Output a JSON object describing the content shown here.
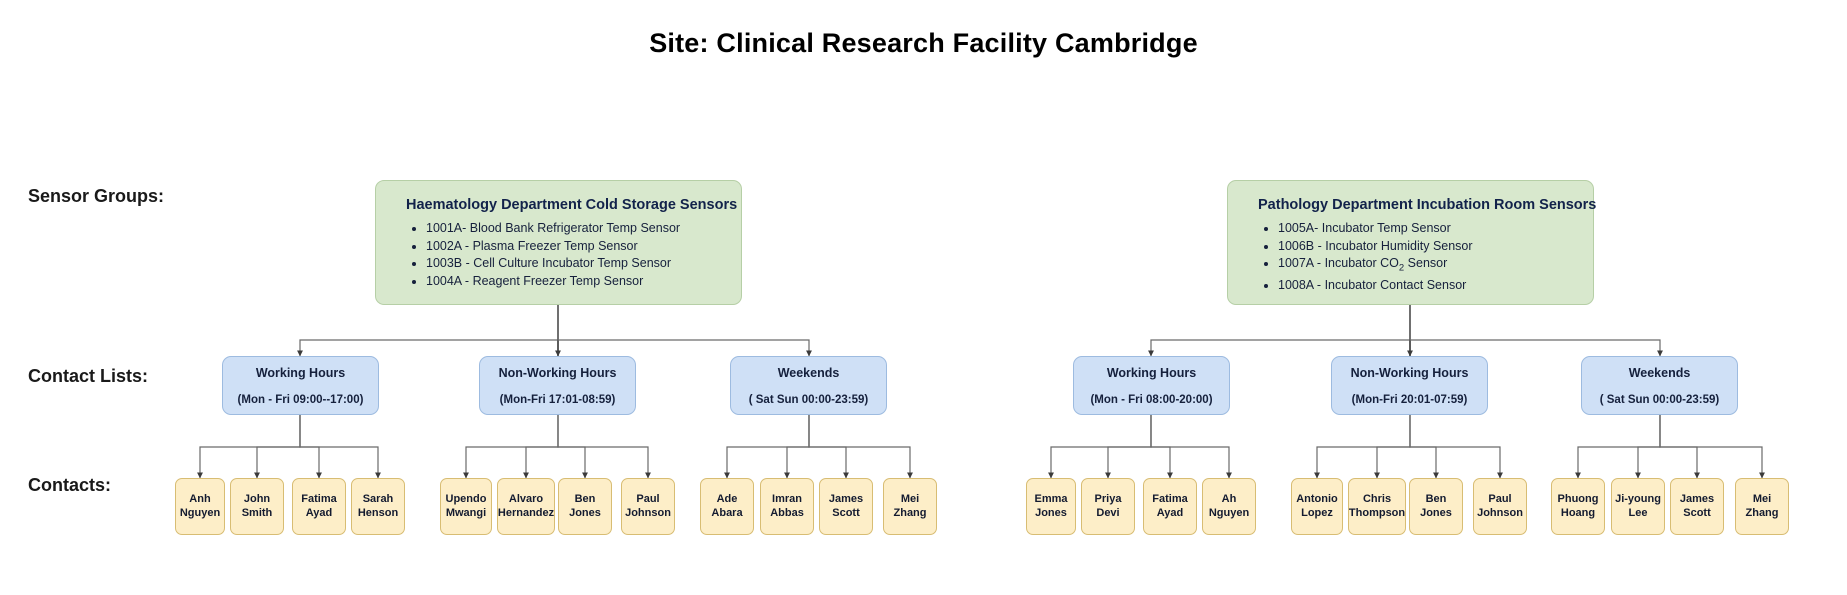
{
  "title": "Site: Clinical Research Facility Cambridge",
  "row_labels": {
    "sensor_groups": "Sensor Groups:",
    "contact_lists": "Contact Lists:",
    "contacts": "Contacts:"
  },
  "colors": {
    "sensor_group_fill": "#d8e8cd",
    "sensor_group_border": "#b6cfa6",
    "contact_list_fill": "#cfe0f6",
    "contact_list_border": "#9dbbe0",
    "contact_fill": "#fdeec8",
    "contact_border": "#d8bd73",
    "connector": "#5a5a5a",
    "title_text": "#000000",
    "heading_text": "#12224a"
  },
  "sensor_groups": [
    {
      "name": "Haematology Department Cold Storage Sensors",
      "sensors": [
        "1001A- Blood Bank Refrigerator Temp Sensor",
        "1002A - Plasma Freezer Temp Sensor",
        "1003B - Cell Culture Incubator Temp Sensor",
        "1004A - Reagent Freezer Temp Sensor"
      ]
    },
    {
      "name": "Pathology Department Incubation Room Sensors",
      "sensors": [
        "1005A- Incubator Temp Sensor",
        "1006B - Incubator Humidity Sensor",
        "1007A - Incubator CO₂ Sensor",
        "1008A - Incubator Contact Sensor"
      ]
    }
  ],
  "contact_lists": [
    {
      "name": "Working Hours",
      "hours": "(Mon - Fri  09:00--17:00)"
    },
    {
      "name": "Non-Working Hours",
      "hours": "(Mon-Fri 17:01-08:59)"
    },
    {
      "name": "Weekends",
      "hours": "( Sat Sun 00:00-23:59)"
    },
    {
      "name": "Working Hours",
      "hours": "(Mon - Fri  08:00-20:00)"
    },
    {
      "name": "Non-Working Hours",
      "hours": "(Mon-Fri 20:01-07:59)"
    },
    {
      "name": "Weekends",
      "hours": "( Sat Sun 00:00-23:59)"
    }
  ],
  "contacts": [
    [
      "Anh Nguyen",
      "John Smith",
      "Fatima Ayad",
      "Sarah Henson"
    ],
    [
      "Upendo Mwangi",
      "Alvaro Hernandez",
      "Ben Jones",
      "Paul Johnson"
    ],
    [
      "Ade Abara",
      "Imran Abbas",
      "James Scott",
      "Mei Zhang"
    ],
    [
      "Emma Jones",
      "Priya Devi",
      "Fatima Ayad",
      "Ah Nguyen"
    ],
    [
      "Antonio Lopez",
      "Chris Thompson",
      "Ben Jones",
      "Paul Johnson"
    ],
    [
      "Phuong Hoang",
      "Ji-young Lee",
      "James Scott",
      "Mei Zhang"
    ]
  ]
}
